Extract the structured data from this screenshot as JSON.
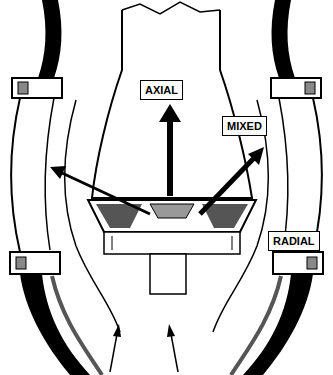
{
  "diagram": {
    "nodes": [
      {
        "text": [
          "AXIAL"
        ]
      },
      {
        "text": [
          "MIXED"
        ]
      },
      {
        "text": [
          "RADIAL"
        ]
      }
    ]
  }
}
